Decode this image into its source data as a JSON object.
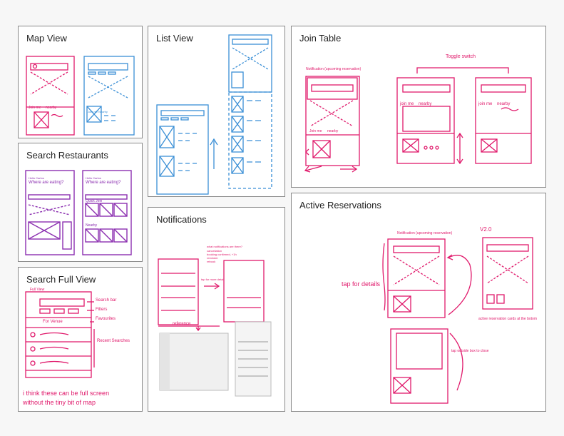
{
  "colors": {
    "pink": "#e0196b",
    "blue": "#3a8fd6",
    "purple": "#8b2fb0",
    "border": "#8a8a8a"
  },
  "boards": {
    "map_view": {
      "title": "Map View",
      "tab_join": "Join me",
      "tab_nearby": "nearby",
      "blue_tab": "Join me",
      "blue_tab2": "Nearby"
    },
    "list_view": {
      "title": "List View"
    },
    "join_table": {
      "title": "Join Table",
      "notification": "Notification (upcoming reservation)",
      "toggle": "Toggle switch",
      "tab_join": "Join me",
      "tab_nearby": "nearby",
      "tab_join2": "join me",
      "tab_nearby2": "nearby",
      "tab_join3": "join me",
      "tab_nearby3": "nearby"
    },
    "search_restaurants": {
      "title": "Search Restaurants",
      "hello": "Hello Carlos",
      "question": "Where are eating?",
      "question2": "Where are eating?",
      "hello2": "Hello Carlos",
      "quick": "Quick Join",
      "nearby": "Nearby"
    },
    "notifications": {
      "title": "Notifications",
      "question": "what notifications are there?",
      "list": [
        "cancellation",
        "booking confirmed, +1h",
        "reminder",
        "rebook"
      ],
      "tap": "tap for more detail",
      "reference": "reference"
    },
    "active_reservations": {
      "title": "Active Reservations",
      "notification": "Notification (upcoming reservation)",
      "version": "V2.0",
      "tap_details": "tap for details",
      "tap_outside": "tap outside box to close",
      "cards_note": "active reservation cards at the botom"
    },
    "search_full_view": {
      "title": "Search Full View",
      "full_view": "Full View",
      "search_bar": "Search bar",
      "filters": "Filters",
      "favourites": "Favourites",
      "recent": "Recent Searches",
      "for_venue": "For Venue",
      "comment_line1": "i think these can be full screen",
      "comment_line2": "without the tiny bit of map"
    }
  }
}
